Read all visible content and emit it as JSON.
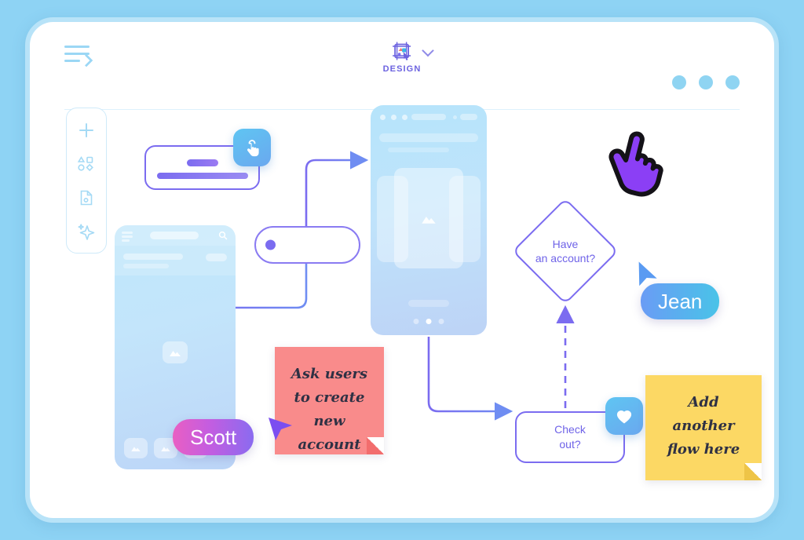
{
  "window": {
    "menu_icon": "hamburger-menu-icon",
    "mode_label": "DESIGN",
    "mode_icon": "design-frame-cursor-icon",
    "mode_dropdown_icon": "chevron-down-icon",
    "window_dots": [
      "dot",
      "dot",
      "dot"
    ]
  },
  "toolbar": {
    "items": [
      {
        "name": "add",
        "icon": "plus-icon"
      },
      {
        "name": "shapes",
        "icon": "shapes-icon"
      },
      {
        "name": "assets",
        "icon": "document-icon"
      },
      {
        "name": "magic",
        "icon": "sparkle-icon"
      }
    ]
  },
  "canvas": {
    "nodes": [
      {
        "id": "input-card",
        "type": "card"
      },
      {
        "id": "toggle-pill",
        "type": "pill"
      },
      {
        "id": "mockup-left",
        "type": "phone-mockup"
      },
      {
        "id": "mockup-center",
        "type": "phone-mockup"
      },
      {
        "id": "decision",
        "type": "diamond",
        "line1": "Have",
        "line2": "an account?"
      },
      {
        "id": "checkout",
        "type": "box",
        "line1": "Check",
        "line2": "out?"
      }
    ],
    "sticky_notes": [
      {
        "id": "pink-note",
        "color": "#f98b8b",
        "lines": [
          "Ask users",
          "to create",
          "new account"
        ]
      },
      {
        "id": "yellow-note",
        "color": "#fcd864",
        "lines": [
          "Add",
          "another",
          "flow here"
        ]
      }
    ],
    "collaborators": [
      {
        "name": "Scott",
        "cursor_color": "#7b4ef0",
        "badge_from": "#e95fc3",
        "badge_to": "#8a6bf0"
      },
      {
        "name": "Jean",
        "cursor_color": "#5a9bf2",
        "badge_from": "#6a9cf5",
        "badge_to": "#49c3e8"
      }
    ],
    "icon_badges": [
      {
        "id": "tap-badge",
        "icon": "tap-gesture-icon"
      },
      {
        "id": "heart-badge",
        "icon": "heart-icon"
      }
    ],
    "pointer": {
      "icon": "pointing-hand-cursor-icon",
      "color": "#8b3ff5"
    },
    "carousel": {
      "dot_count": 3,
      "active_index": 1
    }
  },
  "colors": {
    "background": "#8ed3f4",
    "frame": "#b8e3f8",
    "flow_line": "#7b6cf0",
    "accent_text": "#6f63e8",
    "mock_blue": "#bfe7fb"
  }
}
